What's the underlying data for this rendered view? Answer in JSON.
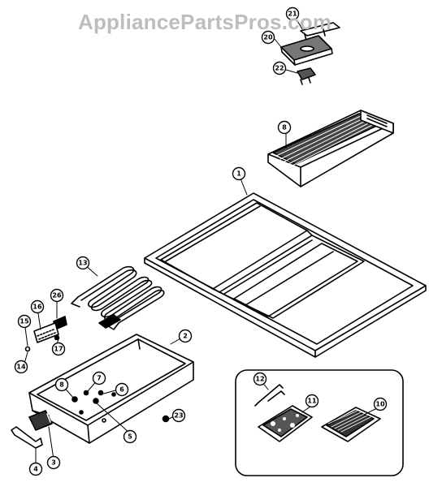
{
  "watermark": "AppliancePartsPros.com",
  "part_callouts": [
    "1",
    "2",
    "3",
    "4",
    "5",
    "6",
    "7",
    "8",
    "10",
    "11",
    "12",
    "13",
    "14",
    "15",
    "16",
    "17",
    "20",
    "21",
    "22",
    "23",
    "26"
  ]
}
